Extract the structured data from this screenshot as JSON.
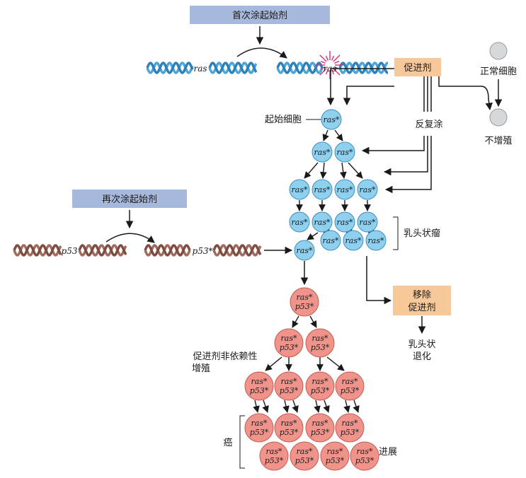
{
  "boxes": {
    "first_initiator": "首次涂起始剂",
    "second_initiator": "再次涂起始剂",
    "promoter": "促进剂",
    "remove_promoter_1": "移除",
    "remove_promoter_2": "促进剂"
  },
  "labels": {
    "normal_cell": "正常细胞",
    "no_proliferation": "不增殖",
    "initiated_cell": "起始细胞",
    "repeated_application": "反复涂",
    "papilloma": "乳头状瘤",
    "papilloma_regression_1": "乳头状",
    "papilloma_regression_2": "退化",
    "promoter_independent_1": "促进剂非依赖性",
    "promoter_independent_2": "增殖",
    "cancer": "癌",
    "progression": "进展"
  },
  "genes": {
    "ras": "ras",
    "ras_mut": "ras*",
    "p53": "p53",
    "p53_mut": "p53*"
  },
  "colors": {
    "box_blue": "#a7b8dd",
    "box_orange": "#f6c89a",
    "cell_blue": "#8fd0ef",
    "cell_blue_stroke": "#3e8fbf",
    "cell_red": "#f0938a",
    "cell_red_stroke": "#c45a52",
    "dna_blue": "#4aa6d8",
    "dna_brown": "#a06a5c",
    "burst": "#d4317a",
    "normal_cell": "#d6d8da"
  }
}
